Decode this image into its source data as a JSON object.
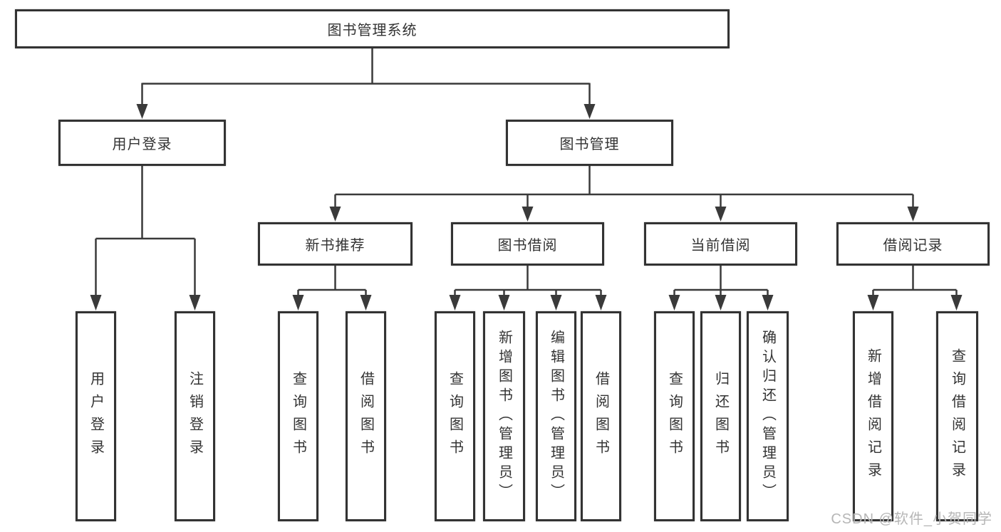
{
  "title": "图书管理系统",
  "level1": [
    {
      "label": "用户登录"
    },
    {
      "label": "图书管理"
    }
  ],
  "level2": [
    {
      "label": "新书推荐"
    },
    {
      "label": "图书借阅"
    },
    {
      "label": "当前借阅"
    },
    {
      "label": "借阅记录"
    }
  ],
  "leaves": [
    {
      "label": "用户登录"
    },
    {
      "label": "注销登录"
    },
    {
      "label": "查询图书"
    },
    {
      "label": "借阅图书"
    },
    {
      "label": "查询图书"
    },
    {
      "label": "新增图书（管理员）"
    },
    {
      "label": "编辑图书（管理员）"
    },
    {
      "label": "借阅图书"
    },
    {
      "label": "查询图书"
    },
    {
      "label": "归还图书"
    },
    {
      "label": "确认归还（管理员）"
    },
    {
      "label": "新增借阅记录"
    },
    {
      "label": "查询借阅记录"
    }
  ],
  "watermark": "CSDN @软件_小贺同学",
  "colors": {
    "line": "#3a3a3a",
    "border": "#333333",
    "text": "#333333",
    "watermark": "#b6b6b6",
    "background": "#ffffff"
  }
}
